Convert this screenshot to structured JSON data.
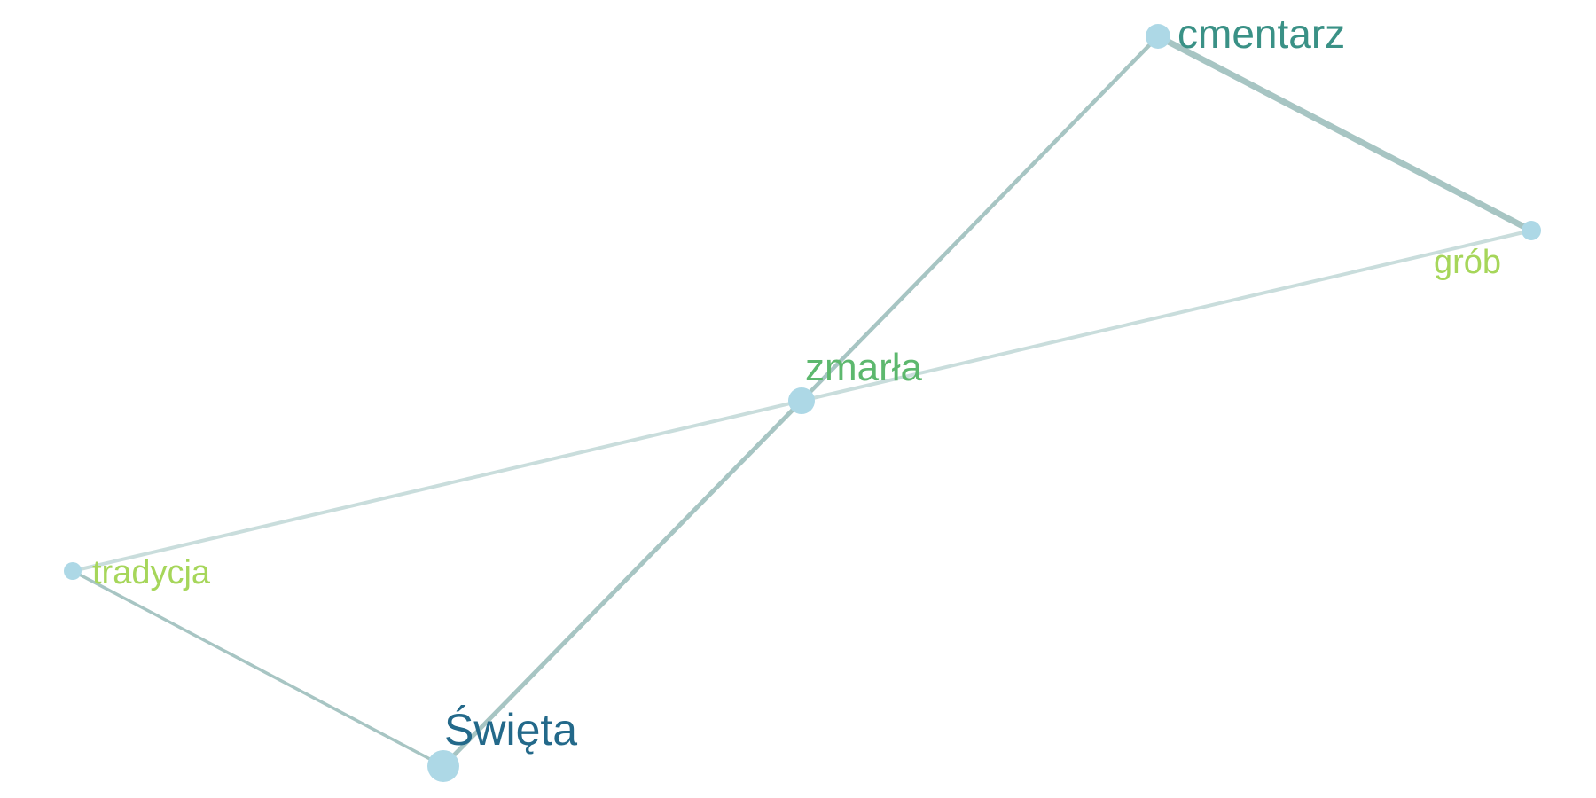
{
  "graph": {
    "nodes": [
      {
        "id": "cmentarz",
        "label": "cmentarz",
        "label_color": "#3a9186",
        "node_color": "#add8e6"
      },
      {
        "id": "grob",
        "label": "grób",
        "label_color": "#a6d65a",
        "node_color": "#add8e6"
      },
      {
        "id": "zmarla",
        "label": "zmarła",
        "label_color": "#5db86e",
        "node_color": "#add8e6"
      },
      {
        "id": "tradycja",
        "label": "tradycja",
        "label_color": "#a6d65a",
        "node_color": "#add8e6"
      },
      {
        "id": "swieta",
        "label": "Święta",
        "label_color": "#23698a",
        "node_color": "#add8e6"
      }
    ],
    "edges": [
      {
        "source": "cmentarz",
        "target": "zmarla",
        "color": "#a7c5c3"
      },
      {
        "source": "zmarla",
        "target": "swieta",
        "color": "#a7c5c3"
      },
      {
        "source": "cmentarz",
        "target": "grob",
        "color": "#a7c5c3"
      },
      {
        "source": "grob",
        "target": "zmarla",
        "color": "#c9dddc"
      },
      {
        "source": "zmarla",
        "target": "tradycja",
        "color": "#c9dddc"
      },
      {
        "source": "tradycja",
        "target": "swieta",
        "color": "#a7c5c3"
      }
    ]
  }
}
